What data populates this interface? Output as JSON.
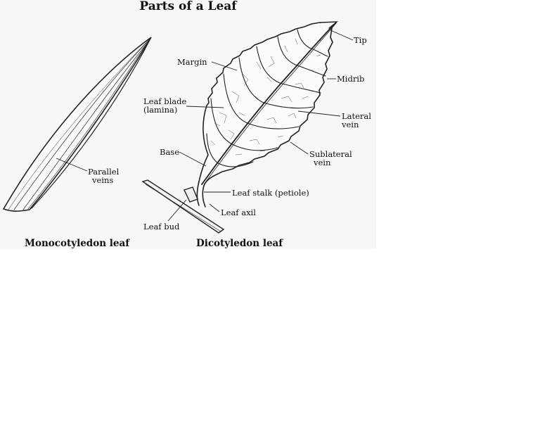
{
  "figure": {
    "title": "Parts of a Leaf",
    "captions": {
      "monocot": "Monocotyledon leaf",
      "dicot": "Dicotyledon leaf"
    },
    "monocot_labels": {
      "parallel_veins": [
        "Parallel",
        "veins"
      ]
    },
    "dicot_labels": {
      "tip": "Tip",
      "margin": "Margin",
      "midrib": "Midrib",
      "leaf_blade": [
        "Leaf blade",
        "(lamina)"
      ],
      "lateral_vein": [
        "Lateral",
        "vein"
      ],
      "base": "Base",
      "sublateral_vein": [
        "Sublateral",
        "vein"
      ],
      "leaf_stalk": "Leaf stalk (petiole)",
      "leaf_axil": "Leaf axil",
      "leaf_bud": "Leaf bud"
    }
  }
}
